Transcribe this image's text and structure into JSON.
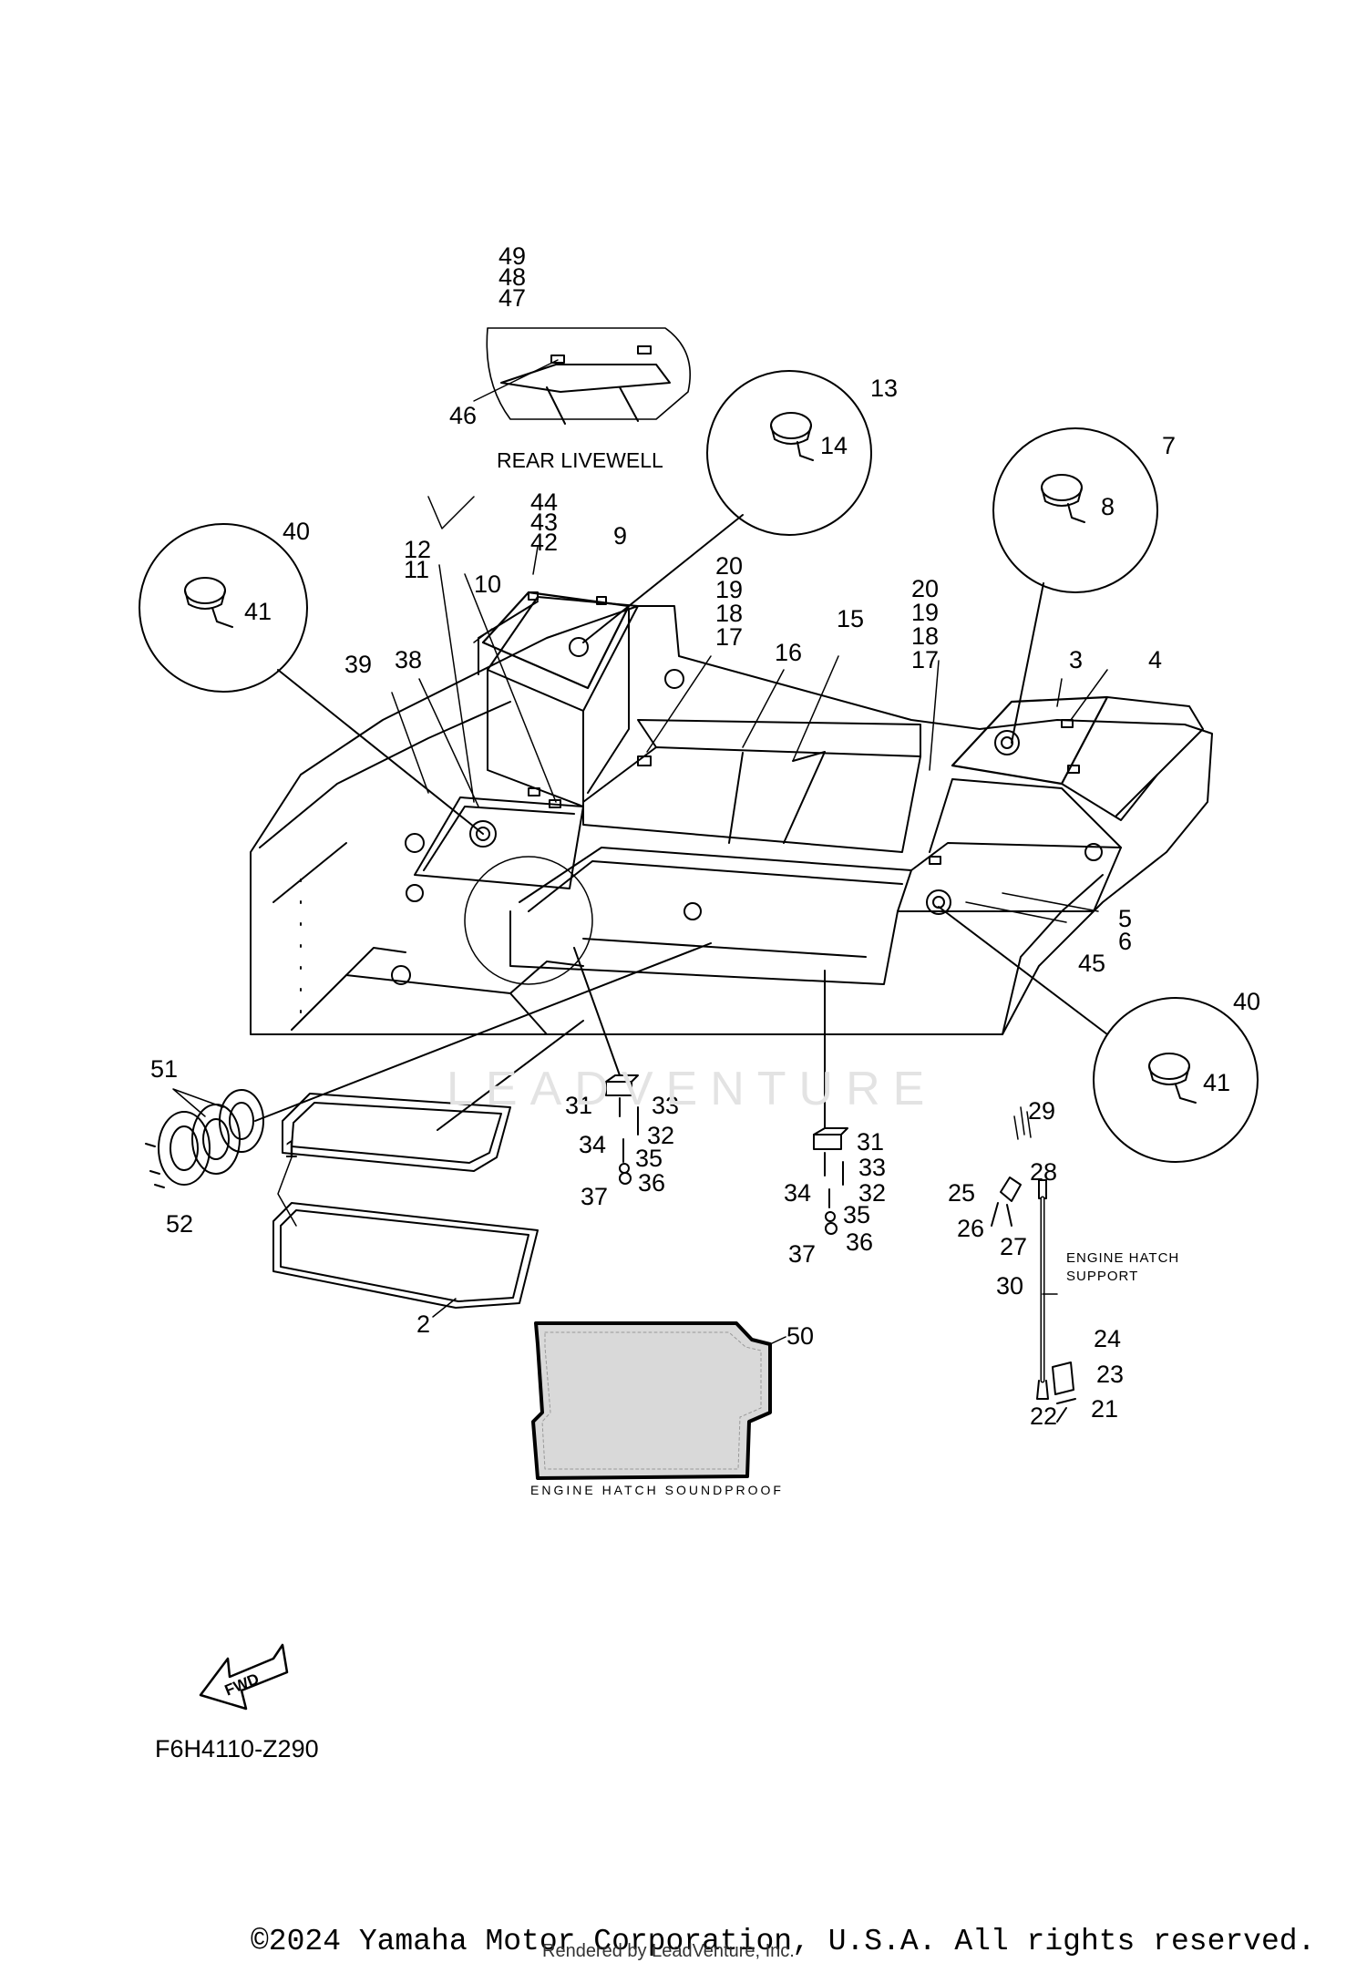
{
  "diagram": {
    "drawing_code": "F6H4110-Z290",
    "fwd_label": "FWD",
    "captions": {
      "rear_livewell": "REAR LIVEWELL",
      "engine_hatch_support": [
        "ENGINE HATCH",
        "SUPPORT"
      ],
      "engine_hatch_soundproof": "ENGINE HATCH SOUNDPROOF"
    },
    "callouts": [
      "1",
      "2",
      "3",
      "4",
      "5",
      "6",
      "7",
      "8",
      "9",
      "10",
      "11",
      "12",
      "13",
      "14",
      "15",
      "16",
      "17",
      "18",
      "19",
      "20",
      "21",
      "22",
      "23",
      "24",
      "25",
      "26",
      "27",
      "28",
      "29",
      "30",
      "31",
      "32",
      "33",
      "34",
      "35",
      "36",
      "37",
      "38",
      "39",
      "40",
      "41",
      "42",
      "43",
      "44",
      "45",
      "46",
      "47",
      "48",
      "49",
      "50",
      "51",
      "52"
    ],
    "watermark": "LEADVENTURE"
  },
  "footer": {
    "copyright": "©2024 Yamaha Motor Corporation, U.S.A. All rights reserved.",
    "rendered_by": "Rendered by LeadVenture, Inc."
  }
}
